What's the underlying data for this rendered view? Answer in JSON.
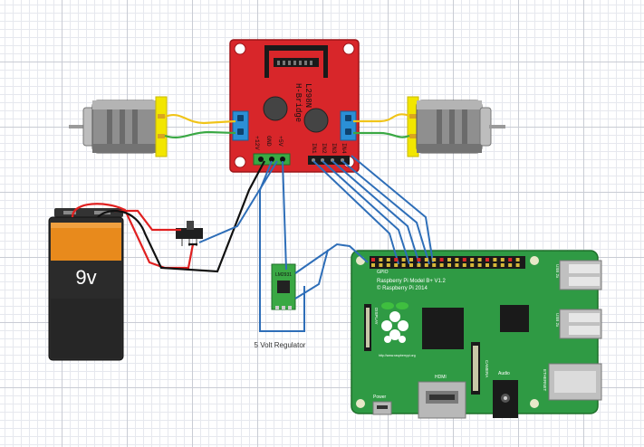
{
  "colors": {
    "hbridge_board": "#d8262a",
    "pi_board": "#2f9a44",
    "gpio_wire": "#2e6eb8",
    "motor_wire_yellow": "#f0c419",
    "motor_wire_green": "#3aa844",
    "battery_wire_red": "#e02020",
    "ground_wire": "#111111",
    "battery_body": "#2b2b2b",
    "battery_label": "#e88a1c",
    "terminal_block": "#2b8fd6"
  },
  "hbridge": {
    "chip_label": "L298N",
    "board_label": "H-Bridge",
    "pin_12v": "+12V",
    "pin_gnd": "GND",
    "pin_5v": "+5V",
    "pin_in1": "IN1",
    "pin_in2": "IN2",
    "pin_in3": "IN3",
    "pin_in4": "IN4"
  },
  "battery": {
    "label": "9v"
  },
  "regulator": {
    "chip_label": "LM2931",
    "caption": "5 Volt Regulator"
  },
  "raspberry_pi": {
    "gpio_label": "GPIO",
    "model": "Raspberry Pi Model B+ V1.2",
    "copyright": "© Raspberry Pi 2014",
    "display_label": "DISPLAY",
    "camera_label": "CAMERA",
    "hdmi_label": "HDMI",
    "audio_label": "Audio",
    "power_label": "Power",
    "usb_label_1": "USB 2x",
    "usb_label_2": "USB 2x",
    "ethernet_label": "ETHERNET",
    "url": "http://www.raspberrypi.org"
  },
  "icons": [
    "motor-left-icon",
    "motor-right-icon",
    "switch-icon",
    "raspberry-logo-icon",
    "heatsink-icon"
  ]
}
